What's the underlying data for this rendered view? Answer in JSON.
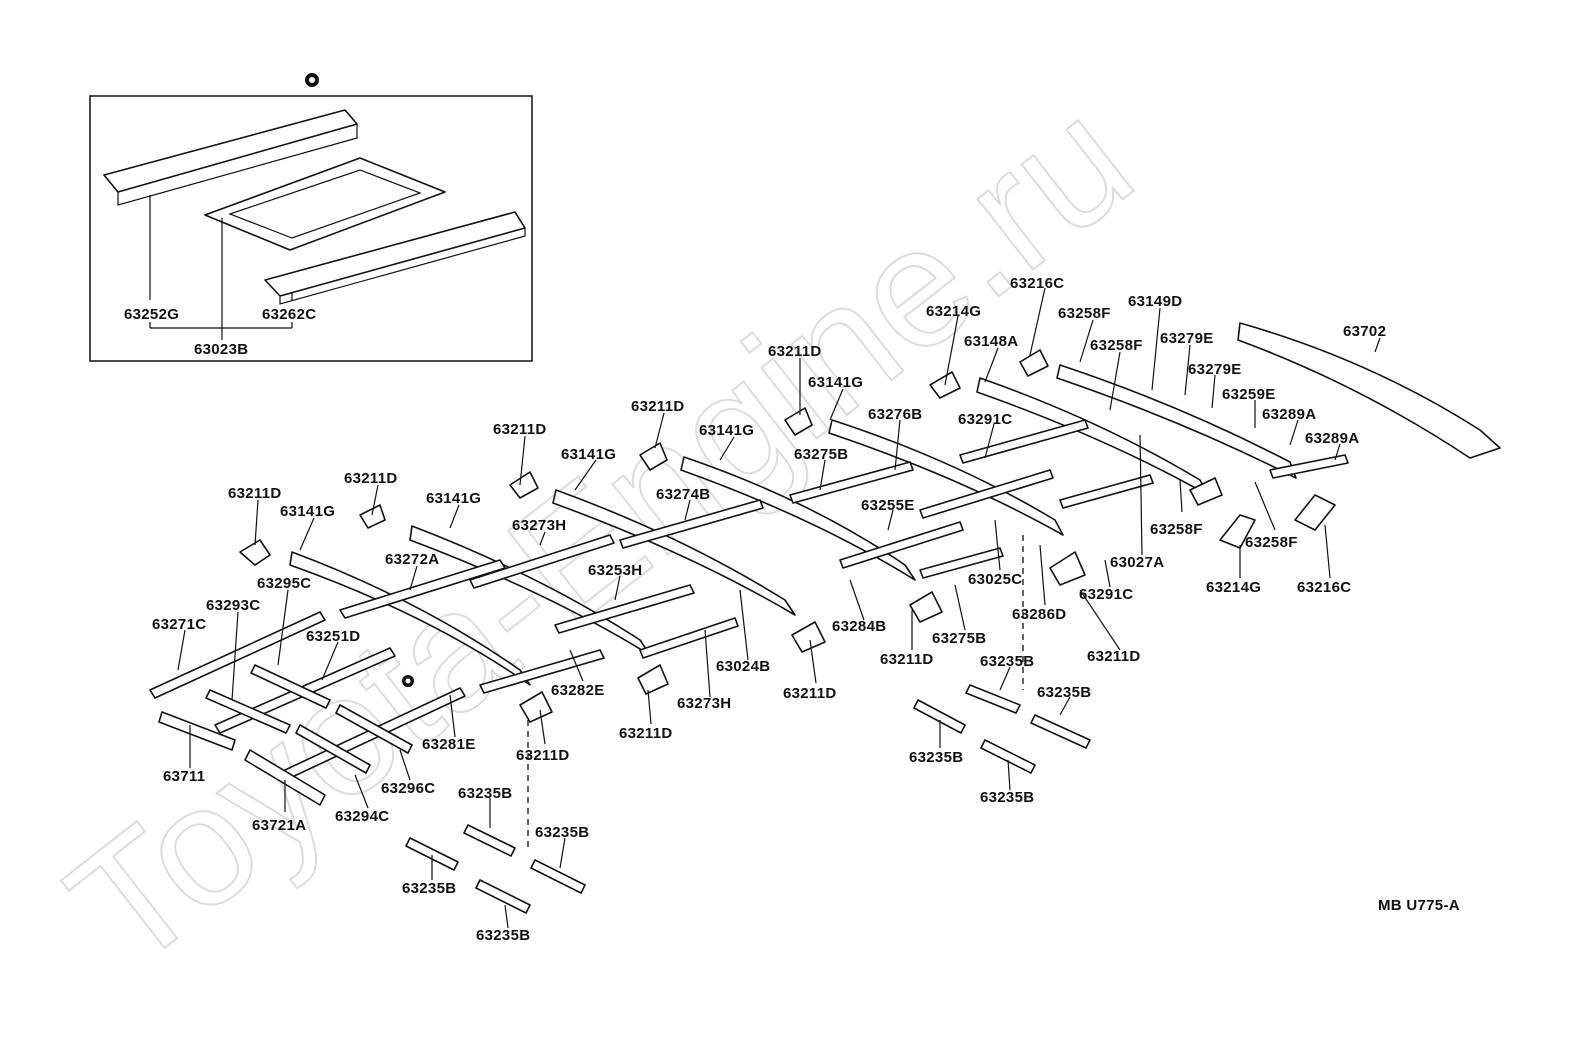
{
  "watermark": "Toyota-Engine.ru",
  "figure_code": "MB U775-A",
  "inset": {
    "labels": [
      "63252G",
      "63262C",
      "63023B"
    ]
  },
  "parts": [
    "63216C",
    "63214G",
    "63258F",
    "63149D",
    "63148A",
    "63258F",
    "63279E",
    "63702",
    "63211D",
    "63279E",
    "63141G",
    "63259E",
    "63289A",
    "63289A",
    "63211D",
    "63276B",
    "63291C",
    "63211D",
    "63141G",
    "63275B",
    "63141G",
    "63274B",
    "63255E",
    "63258F",
    "63211D",
    "63027A",
    "63258F",
    "63141G",
    "63273H",
    "63214G",
    "63216C",
    "63211D",
    "63141G",
    "63025C",
    "63291C",
    "63272A",
    "63253H",
    "63286D",
    "63295C",
    "63293C",
    "63284B",
    "63275B",
    "63271C",
    "63251D",
    "63211D",
    "63211D",
    "63024B",
    "63235B",
    "63211D",
    "63282E",
    "63235B",
    "63273H",
    "63281E",
    "63211D",
    "63211D",
    "63711",
    "63235B",
    "63296C",
    "63235B",
    "63721A",
    "63294C",
    "63235B",
    "63235B",
    "63235B",
    "63235B"
  ]
}
